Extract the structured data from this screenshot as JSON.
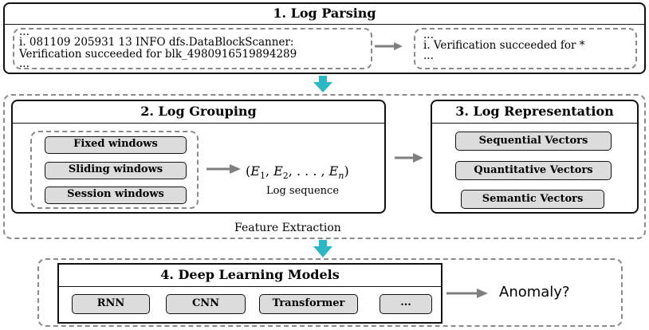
{
  "parsing": {
    "title": "1. Log Parsing",
    "raw_log": [
      "...",
      "i. 081109 205931 13 INFO dfs.DataBlockScanner:",
      "Verification succeeded for blk_4980916519894289",
      "..."
    ],
    "template": [
      "...",
      "i. Verification succeeded for *",
      "..."
    ]
  },
  "grouping": {
    "title": "2. Log Grouping",
    "windows": [
      "Fixed windows",
      "Sliding windows",
      "Session windows"
    ],
    "sequence_label": "Log sequence"
  },
  "representation": {
    "title": "3. Log Representation",
    "vectors": [
      "Sequential Vectors",
      "Quantitative Vectors",
      "Semantic Vectors"
    ]
  },
  "feature_extraction_label": "Feature Extraction",
  "models": {
    "title": "4. Deep Learning Models",
    "items": [
      "RNN",
      "CNN",
      "Transformer",
      "..."
    ]
  },
  "output_label": "Anomaly?",
  "colors": {
    "teal_arrow": "#2db7c4",
    "gray_arrow": "#7f7f7f",
    "pill_fill": "#dcdcdc"
  }
}
